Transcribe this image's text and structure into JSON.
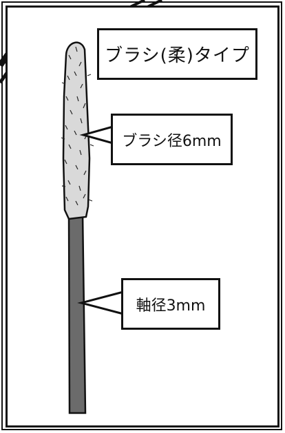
{
  "title": "ブラシ(柔)タイプ",
  "labels": {
    "brush_diameter": "ブラシ径6mm",
    "shaft_diameter": "軸径3mm"
  },
  "colors": {
    "brush": "#d9d9d9",
    "shaft": "#6b6b6b",
    "outline": "#111111"
  }
}
